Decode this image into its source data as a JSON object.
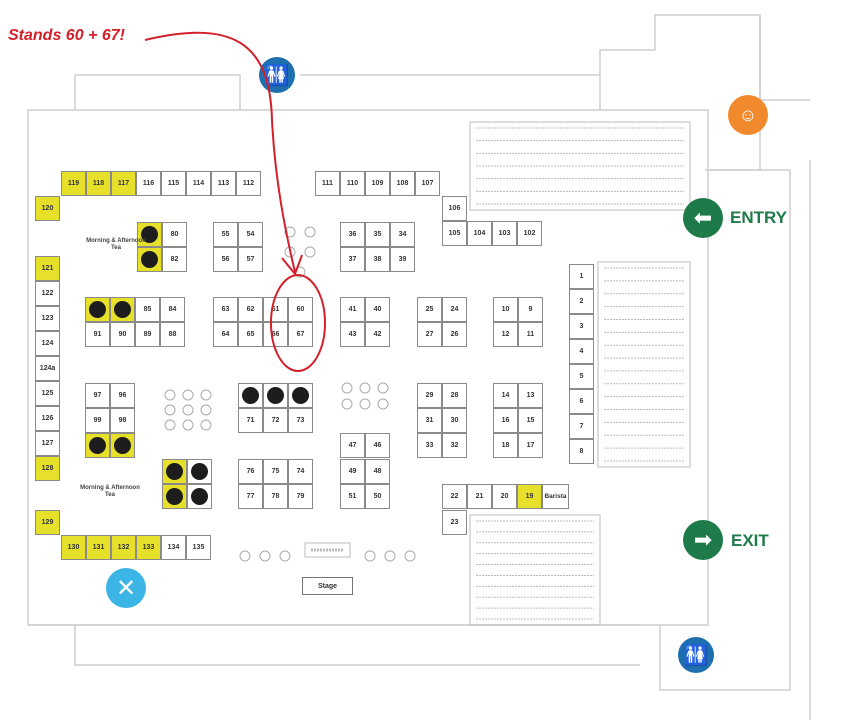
{
  "annotation": {
    "text": "Stands 60 + 67!",
    "color": "#d4202a"
  },
  "colors": {
    "highlight": "#e6e02a",
    "entry_exit": "#1f7a4a",
    "toilet": "#1e6fb0",
    "food": "#3bb5e5",
    "speaker": "#f08a2c"
  },
  "signs": {
    "entry": "ENTRY",
    "exit": "EXIT"
  },
  "areas": {
    "tea_top": "Morning & Afternoon Tea",
    "tea_bottom": "Morning & Afternoon Tea",
    "stage": "Stage"
  },
  "icons": [
    "toilet-icon",
    "speaker-podium-icon",
    "entry-arrow-icon",
    "exit-arrow-icon",
    "restaurant-icon",
    "toilet-icon"
  ],
  "stands": [
    {
      "label": "119",
      "highlight": true
    },
    {
      "label": "118",
      "highlight": true
    },
    {
      "label": "117",
      "highlight": true
    },
    {
      "label": "116"
    },
    {
      "label": "115"
    },
    {
      "label": "114"
    },
    {
      "label": "113"
    },
    {
      "label": "112"
    },
    {
      "label": "111"
    },
    {
      "label": "110"
    },
    {
      "label": "109"
    },
    {
      "label": "108"
    },
    {
      "label": "107"
    },
    {
      "label": "106"
    },
    {
      "label": "105"
    },
    {
      "label": "104"
    },
    {
      "label": "103"
    },
    {
      "label": "102"
    },
    {
      "label": "120",
      "highlight": true
    },
    {
      "label": "121",
      "highlight": true
    },
    {
      "label": "122"
    },
    {
      "label": "123"
    },
    {
      "label": "124"
    },
    {
      "label": "124a"
    },
    {
      "label": "125"
    },
    {
      "label": "126"
    },
    {
      "label": "127"
    },
    {
      "label": "128",
      "highlight": true
    },
    {
      "label": "129",
      "highlight": true
    },
    {
      "label": "130",
      "highlight": true
    },
    {
      "label": "131",
      "highlight": true
    },
    {
      "label": "132",
      "highlight": true
    },
    {
      "label": "133",
      "highlight": true
    },
    {
      "label": "134"
    },
    {
      "label": "135"
    },
    {
      "label": "80"
    },
    {
      "label": "82"
    },
    {
      "label": "55"
    },
    {
      "label": "54"
    },
    {
      "label": "56"
    },
    {
      "label": "57"
    },
    {
      "label": "36"
    },
    {
      "label": "35"
    },
    {
      "label": "34"
    },
    {
      "label": "37"
    },
    {
      "label": "38"
    },
    {
      "label": "39"
    },
    {
      "label": "85"
    },
    {
      "label": "84"
    },
    {
      "label": "91"
    },
    {
      "label": "90"
    },
    {
      "label": "89"
    },
    {
      "label": "88"
    },
    {
      "label": "63"
    },
    {
      "label": "62"
    },
    {
      "label": "61"
    },
    {
      "label": "60"
    },
    {
      "label": "64"
    },
    {
      "label": "65"
    },
    {
      "label": "66"
    },
    {
      "label": "67"
    },
    {
      "label": "41"
    },
    {
      "label": "40"
    },
    {
      "label": "43"
    },
    {
      "label": "42"
    },
    {
      "label": "25"
    },
    {
      "label": "24"
    },
    {
      "label": "27"
    },
    {
      "label": "26"
    },
    {
      "label": "10"
    },
    {
      "label": "9"
    },
    {
      "label": "12"
    },
    {
      "label": "11"
    },
    {
      "label": "1"
    },
    {
      "label": "2"
    },
    {
      "label": "3"
    },
    {
      "label": "4"
    },
    {
      "label": "5"
    },
    {
      "label": "6"
    },
    {
      "label": "7"
    },
    {
      "label": "8"
    },
    {
      "label": "97"
    },
    {
      "label": "96"
    },
    {
      "label": "99"
    },
    {
      "label": "98"
    },
    {
      "label": "71"
    },
    {
      "label": "72"
    },
    {
      "label": "73"
    },
    {
      "label": "76"
    },
    {
      "label": "75"
    },
    {
      "label": "74"
    },
    {
      "label": "77"
    },
    {
      "label": "78"
    },
    {
      "label": "79"
    },
    {
      "label": "47"
    },
    {
      "label": "46"
    },
    {
      "label": "49"
    },
    {
      "label": "48"
    },
    {
      "label": "51"
    },
    {
      "label": "50"
    },
    {
      "label": "29"
    },
    {
      "label": "28"
    },
    {
      "label": "31"
    },
    {
      "label": "30"
    },
    {
      "label": "33"
    },
    {
      "label": "32"
    },
    {
      "label": "14"
    },
    {
      "label": "13"
    },
    {
      "label": "16"
    },
    {
      "label": "15"
    },
    {
      "label": "18"
    },
    {
      "label": "17"
    },
    {
      "label": "22"
    },
    {
      "label": "21"
    },
    {
      "label": "20"
    },
    {
      "label": "19",
      "highlight": true
    },
    {
      "label": "Barista"
    },
    {
      "label": "23"
    }
  ]
}
